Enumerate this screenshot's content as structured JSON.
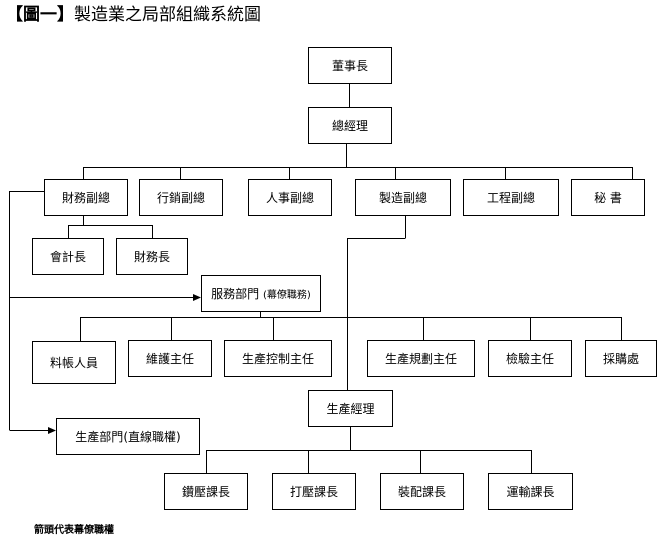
{
  "title": {
    "prefix": "【圖一】",
    "text": "製造業之局部組織系統圖"
  },
  "nodes": {
    "chairman": "董事長",
    "gm": "總經理",
    "vp_finance": "財務副總",
    "vp_marketing": "行銷副總",
    "vp_hr": "人事副總",
    "vp_manufacturing": "製造副總",
    "vp_engineering": "工程副總",
    "secretary": "秘 書",
    "accounting_head": "會計長",
    "finance_head": "財務長",
    "service_dept": {
      "label": "服務部門",
      "tag": "(幕僚職務)"
    },
    "accounting_staff": "料帳人員",
    "maintenance_head": "維護主任",
    "production_control_head": "生產控制主任",
    "production_planning_head": "生產規劃主任",
    "inspection_head": "檢驗主任",
    "procurement": "採購處",
    "production_manager": "生產經理",
    "production_dept": {
      "label": "生產部門",
      "tag": "(直線職權)"
    },
    "drilling_section": "鑽壓課長",
    "pressing_section": "打壓課長",
    "assembly_section": "裝配課長",
    "transport_section": "運輸課長"
  },
  "note": "箭頭代表幕僚職權"
}
